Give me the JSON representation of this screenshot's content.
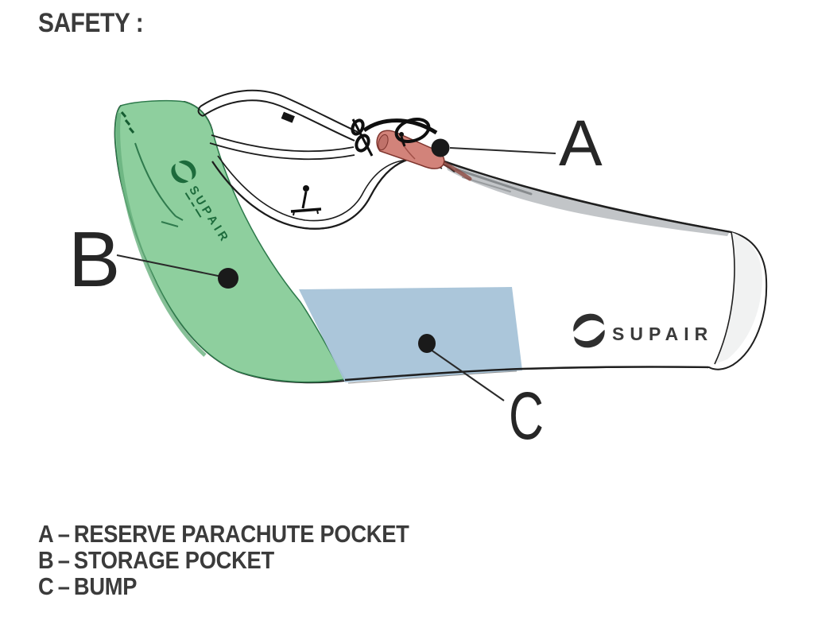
{
  "page": {
    "title": "SAFETY :"
  },
  "illustration": {
    "brand": "SUPAIR",
    "callouts": [
      {
        "letter": "A"
      },
      {
        "letter": "B"
      },
      {
        "letter": "C"
      }
    ],
    "regions": {
      "reserve_pocket": {
        "label": "A",
        "color": "#d2837a"
      },
      "storage_pocket": {
        "label": "B",
        "color": "#8ecf9e"
      },
      "bump": {
        "label": "C",
        "color": "#a6c3d8"
      }
    },
    "colors": {
      "outline": "#1f1f1f",
      "shading_gray": "#b3b7ba",
      "logo_green": "#1d6b3c",
      "label_ink": "#262626"
    }
  },
  "legend": {
    "items": [
      {
        "letter": "A",
        "dash": "–",
        "label": "RESERVE PARACHUTE POCKET"
      },
      {
        "letter": "B",
        "dash": "–",
        "label": "STORAGE POCKET"
      },
      {
        "letter": "C",
        "dash": "–",
        "label": "BUMP"
      }
    ]
  }
}
